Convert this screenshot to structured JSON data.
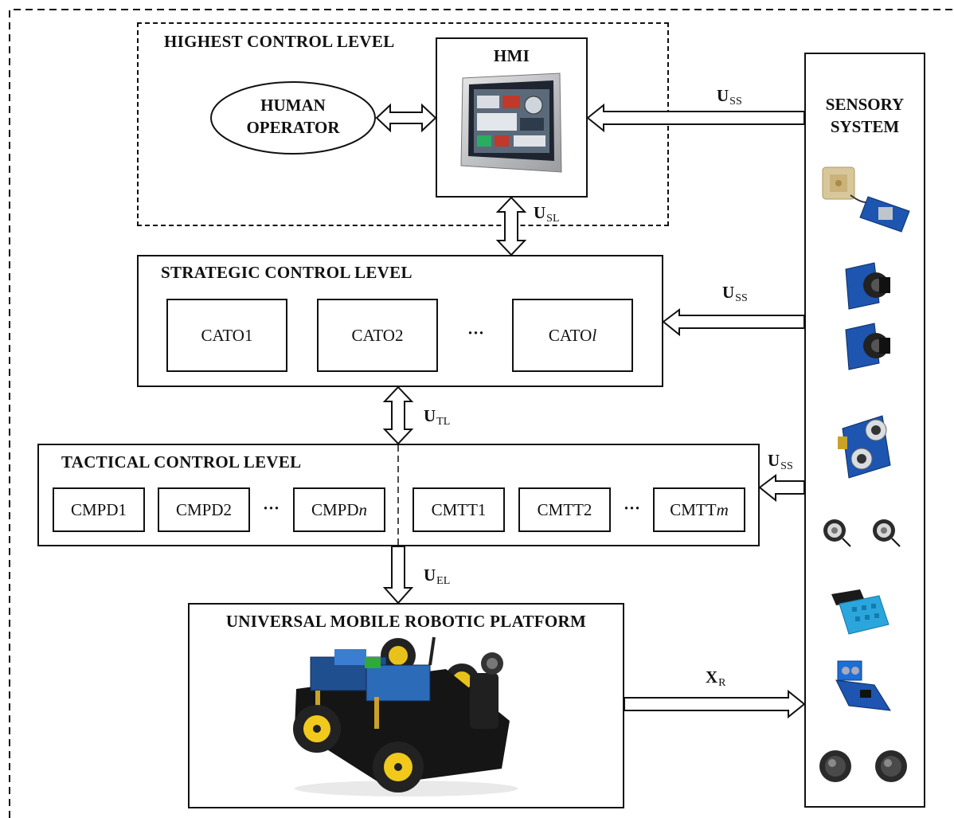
{
  "levels": {
    "highest": {
      "title": "HIGHEST CONTROL LEVEL",
      "operator": [
        "HUMAN",
        "OPERATOR"
      ],
      "hmi_title": "HMI"
    },
    "strategic": {
      "title": "STRATEGIC CONTROL LEVEL",
      "modules": [
        "CATO1",
        "CATO2"
      ],
      "last_module_prefix": "CATO",
      "last_module_index": "l",
      "ellipsis": "···"
    },
    "tactical": {
      "title": "TACTICAL CONTROL LEVEL",
      "pd_modules": [
        "CMPD1",
        "CMPD2"
      ],
      "pd_last_prefix": "CMPD",
      "pd_last_index": "n",
      "tt_modules": [
        "CMTT1",
        "CMTT2"
      ],
      "tt_last_prefix": "CMTT",
      "tt_last_index": "m",
      "ellipsis": "···"
    },
    "platform": {
      "title": "UNIVERSAL MOBILE ROBOTIC PLATFORM"
    }
  },
  "sensory": {
    "title": [
      "SENSORY",
      "SYSTEM"
    ],
    "sensors": [
      "gps-module",
      "camera-module",
      "camera-module",
      "ultrasonic-sensor",
      "rotary-encoder",
      "rotary-encoder",
      "humidity-sensor",
      "current-sensor",
      "infrared-sensor",
      "infrared-sensor"
    ]
  },
  "signals": {
    "uss": {
      "base": "U",
      "sub": "SS"
    },
    "usl": {
      "base": "U",
      "sub": "SL"
    },
    "utl": {
      "base": "U",
      "sub": "TL"
    },
    "uel": {
      "base": "U",
      "sub": "EL"
    },
    "xr": {
      "base": "X",
      "sub": "R"
    }
  }
}
